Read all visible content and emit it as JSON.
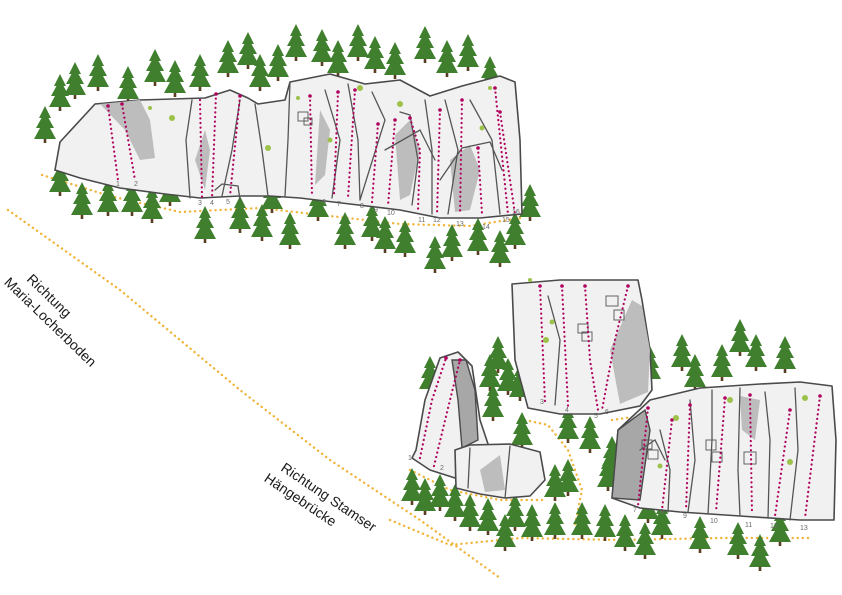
{
  "labels": {
    "direction_maria": [
      "Richtung",
      "Maria-Locherboden"
    ],
    "direction_stams": [
      "Richtung Stamser",
      "Hängebrücke"
    ]
  },
  "sectors": {
    "upper": {
      "route_numbers": [
        "1",
        "2",
        "3",
        "4",
        "5",
        "6",
        "7",
        "8",
        "9",
        "10",
        "11",
        "12",
        "13",
        "14",
        "15",
        "16"
      ]
    },
    "lower": {
      "route_numbers": [
        "1",
        "2",
        "3",
        "4",
        "5",
        "6",
        "7",
        "8",
        "9",
        "10",
        "11",
        "12",
        "13"
      ]
    }
  },
  "colors": {
    "route": "#b0005e",
    "path": "#f0b43a",
    "tree": "#3f7f2e",
    "rock": "#f1f1f1",
    "rock_outline": "#4a4a4a"
  }
}
